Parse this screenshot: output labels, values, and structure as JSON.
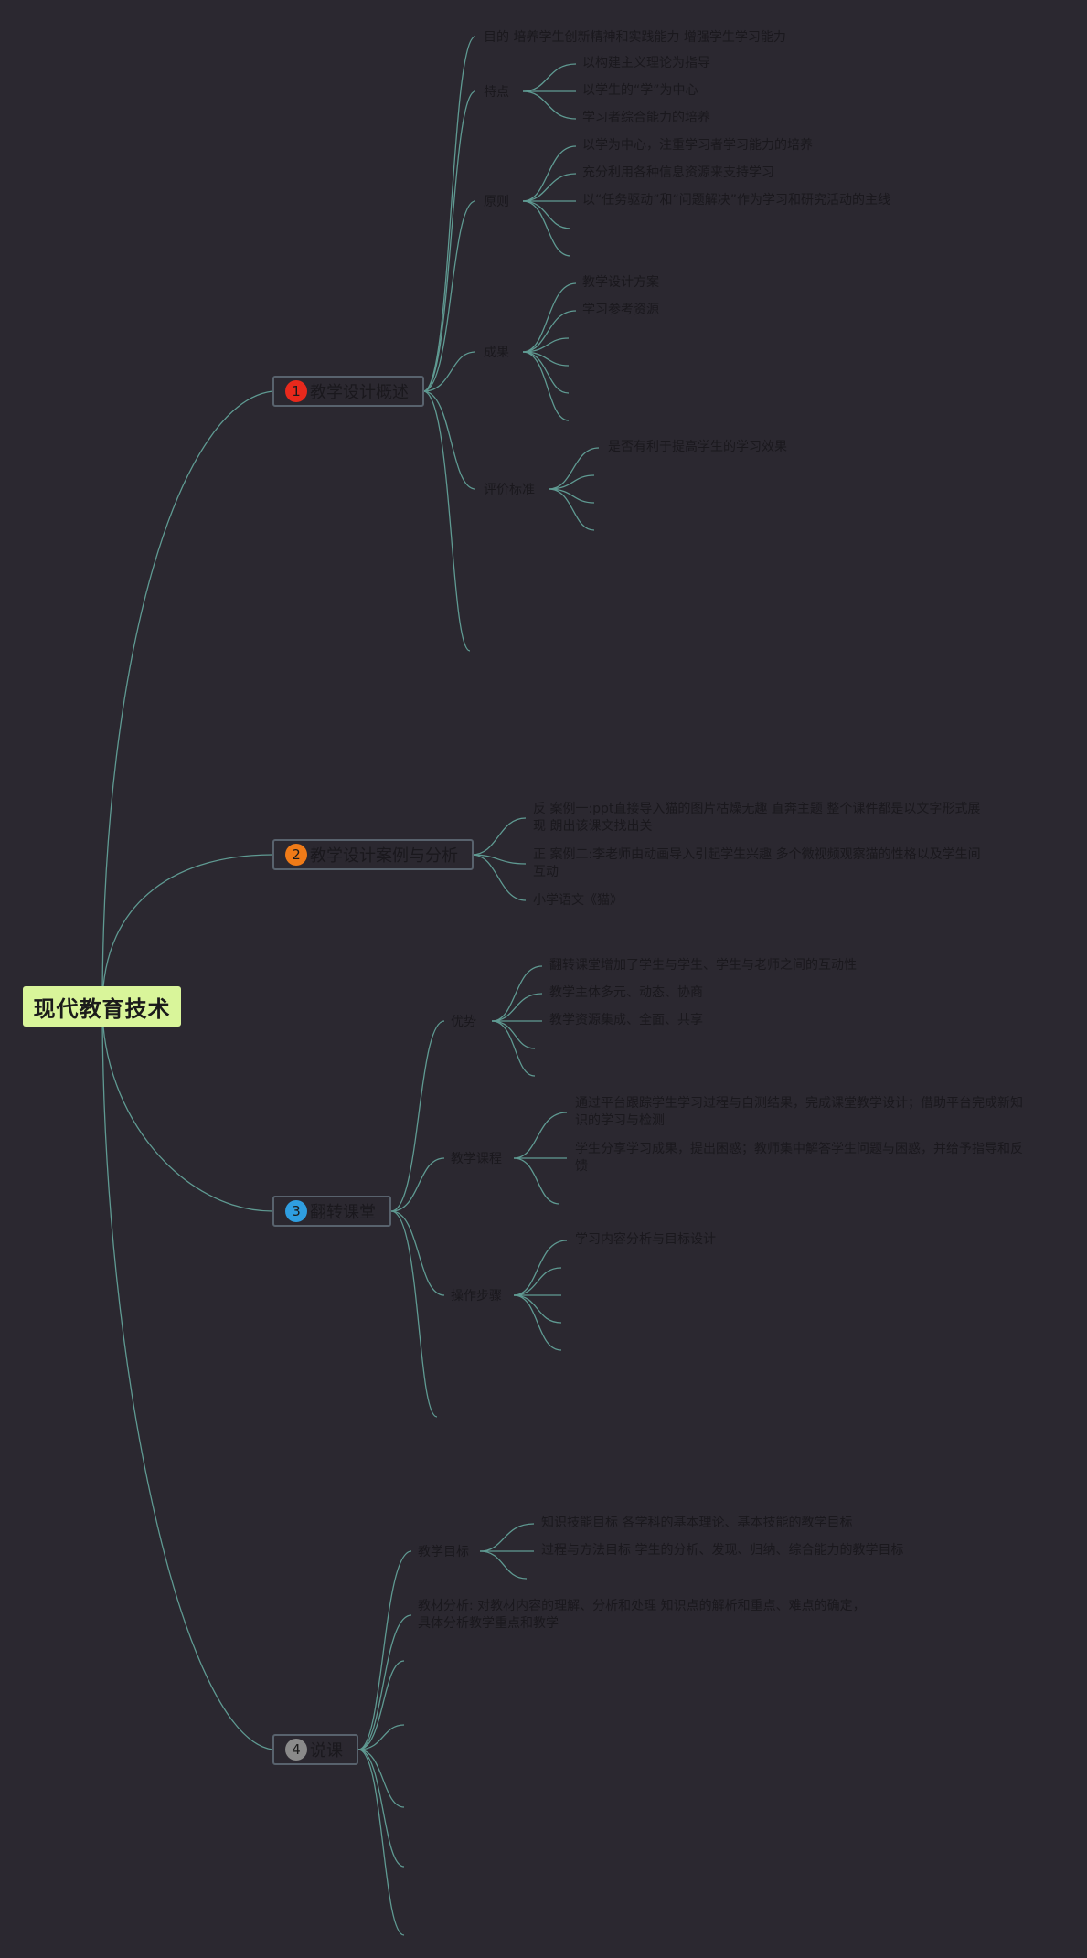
{
  "root": {
    "title": "现代教育技术"
  },
  "colors": {
    "background": "#2b2830",
    "line": "#5f9a92",
    "root_fill": "#d9f59a",
    "branch_border": "#58626d",
    "badge_1": "#e8291c",
    "badge_2": "#f07b18",
    "badge_3": "#2f9ee0",
    "badge_4": "#8a8a8a"
  },
  "branches": [
    {
      "number": "1",
      "title": "教学设计概述",
      "topics": [
        {
          "label": "目的",
          "items": [
            "培养学生创新精神和实践能力 增强学生学习能力"
          ]
        },
        {
          "label": "特点",
          "items": [
            "以构建主义理论为指导",
            "以学生的“学”为中心",
            "学习者综合能力的培养"
          ]
        },
        {
          "label": "原则",
          "items": [
            "以学为中心，注重学习者学习能力的培养",
            "充分利用各种信息资源来支持学习",
            "以“任务驱动”和“问题解决”作为学习和研究活动的主线"
          ]
        },
        {
          "label": "成果",
          "items": [
            "教学设计方案",
            "学习参考资源"
          ]
        },
        {
          "label": "评价标准",
          "items": [
            "是否有利于提高学生的学习效果"
          ]
        }
      ]
    },
    {
      "number": "2",
      "title": "教学设计案例与分析",
      "leaves": [
        "反 案例一:ppt直接导入猫的图片枯燥无趣 直奔主题 整个课件都是以文字形式展现 朗出该课文找出关",
        "正 案例二:李老师由动画导入引起学生兴趣 多个微视频观察猫的性格以及学生间互动",
        "小学语文《猫》"
      ]
    },
    {
      "number": "3",
      "title": "翻转课堂",
      "topics": [
        {
          "label": "优势",
          "items": [
            "翻转课堂增加了学生与学生、学生与老师之间的互动性",
            "教学主体多元、动态、协商",
            "教学资源集成、全面、共享"
          ]
        },
        {
          "label": "教学课程",
          "items": [
            "通过平台跟踪学生学习过程与自测结果，完成课堂教学设计；借助平台完成新知识的学习与检测",
            "学生分享学习成果，提出困惑；教师集中解答学生问题与困惑，并给予指导和反馈"
          ]
        },
        {
          "label": "操作步骤",
          "items": [
            "学习内容分析与目标设计"
          ]
        }
      ]
    },
    {
      "number": "4",
      "title": "说课",
      "topics": [
        {
          "label": "教学目标",
          "items": [
            "知识技能目标 各学科的基本理论、基本技能的教学目标",
            "过程与方法目标 学生的分析、发现、归纳、综合能力的教学目标"
          ]
        },
        {
          "label": "教材分析",
          "text": "教材分析: 对教材内容的理解、分析和处理 知识点的解析和重点、难点的确定，具体分析教学重点和教学"
        }
      ]
    }
  ]
}
